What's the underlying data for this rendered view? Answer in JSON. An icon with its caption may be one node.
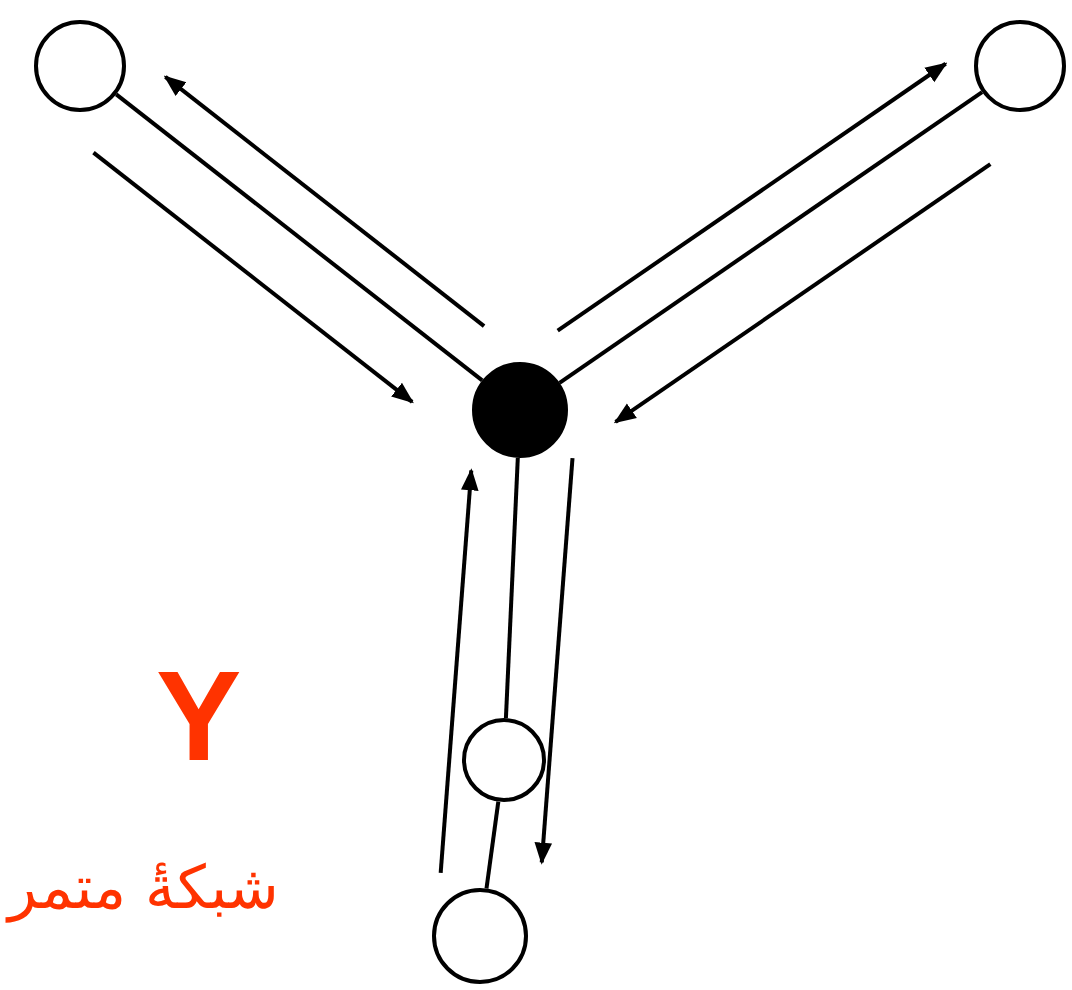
{
  "diagram": {
    "nodes": [
      {
        "text": [],
        "shape": "circle"
      },
      {
        "text": [],
        "shape": "circle"
      },
      {
        "text": [],
        "shape": "circle"
      },
      {
        "text": [],
        "shape": "circle"
      },
      {
        "text": [],
        "shape": "circle"
      }
    ],
    "edges": [
      {
        "from": 1,
        "to": 0,
        "arrow": "none"
      },
      {
        "from": 0,
        "to": 2,
        "arrow": "none"
      },
      {
        "from": 0,
        "to": 3,
        "arrow": "none"
      },
      {
        "from": 3,
        "to": 4,
        "arrow": "none"
      },
      {
        "from": 0,
        "to": 1,
        "arrow": "to"
      },
      {
        "from": 1,
        "to": 0,
        "arrow": "to"
      },
      {
        "from": 0,
        "to": 2,
        "arrow": "to"
      },
      {
        "from": 2,
        "to": 0,
        "arrow": "to"
      },
      {
        "from": 4,
        "to": 0,
        "arrow": "to"
      },
      {
        "from": 0,
        "to": 4,
        "arrow": "to"
      }
    ],
    "labels": [
      "Y",
      "شبكةٔ متمر"
    ]
  }
}
